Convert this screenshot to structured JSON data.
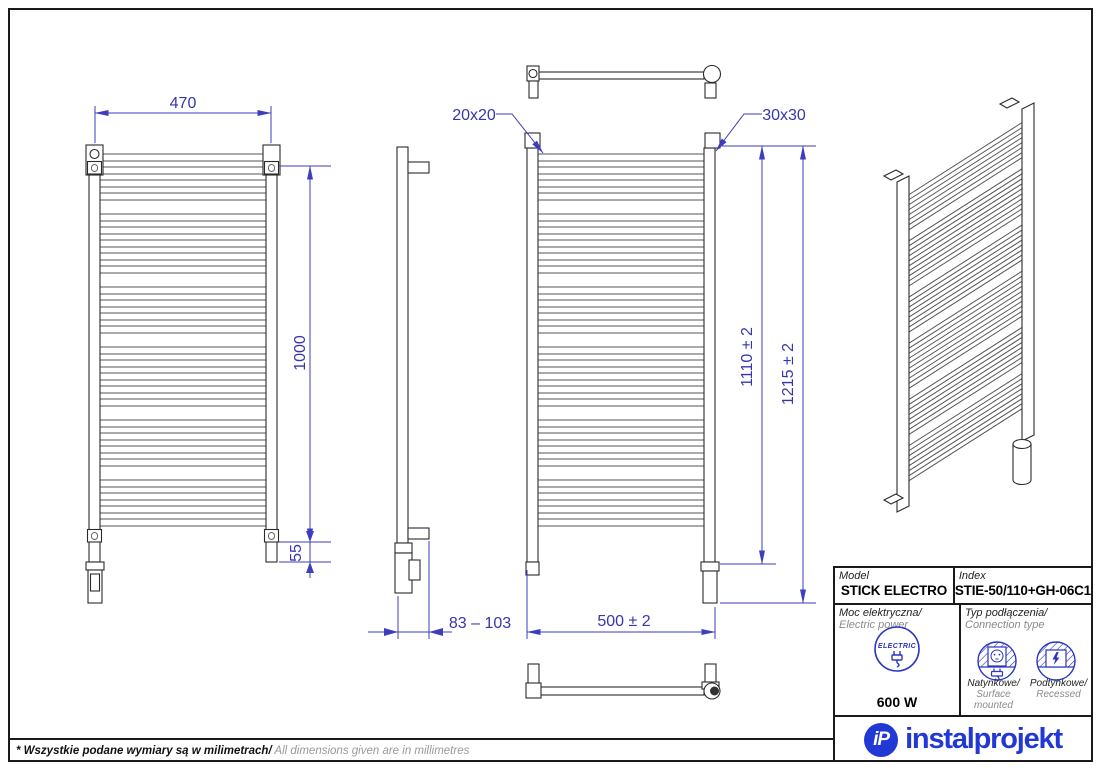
{
  "dims": {
    "width_brackets": "470",
    "height_brackets": "1000",
    "bracket_bottom_offset": "55",
    "tube_profile": "20x20",
    "collector_profile": "30x30",
    "height_radiator": "1110 ± 2",
    "height_total": "1215 ± 2",
    "wall_distance": "83 – 103",
    "width_radiator": "500 ± 2"
  },
  "table": {
    "model_label": "Model",
    "model_value": "STICK ELECTRO",
    "index_label": "Index",
    "index_value": "STIE-50/110+GH-06C1",
    "power_label_pl": "Moc elektryczna/",
    "power_label_en": " Electric power",
    "electric_badge": "ELECTRIC",
    "power_value": "600 W",
    "connection_label_pl": "Typ podłączenia/",
    "connection_label_en": "Connection type",
    "surface_label_pl": "Natynkowe/",
    "surface_label_en": "Surface mounted",
    "recessed_label_pl": "Podtynkowe/",
    "recessed_label_en": "Recessed"
  },
  "footer": {
    "note_pl": "* Wszystkie podane wymiary są w milimetrach/",
    "note_en": " All dimensions given are in millimetres"
  },
  "logo": {
    "monogram": "iP",
    "text": "instalprojekt"
  },
  "colors": {
    "dimension_blue": "#3535b2",
    "line_black": "#2b2b2b",
    "logo_blue": "#2238d4"
  }
}
